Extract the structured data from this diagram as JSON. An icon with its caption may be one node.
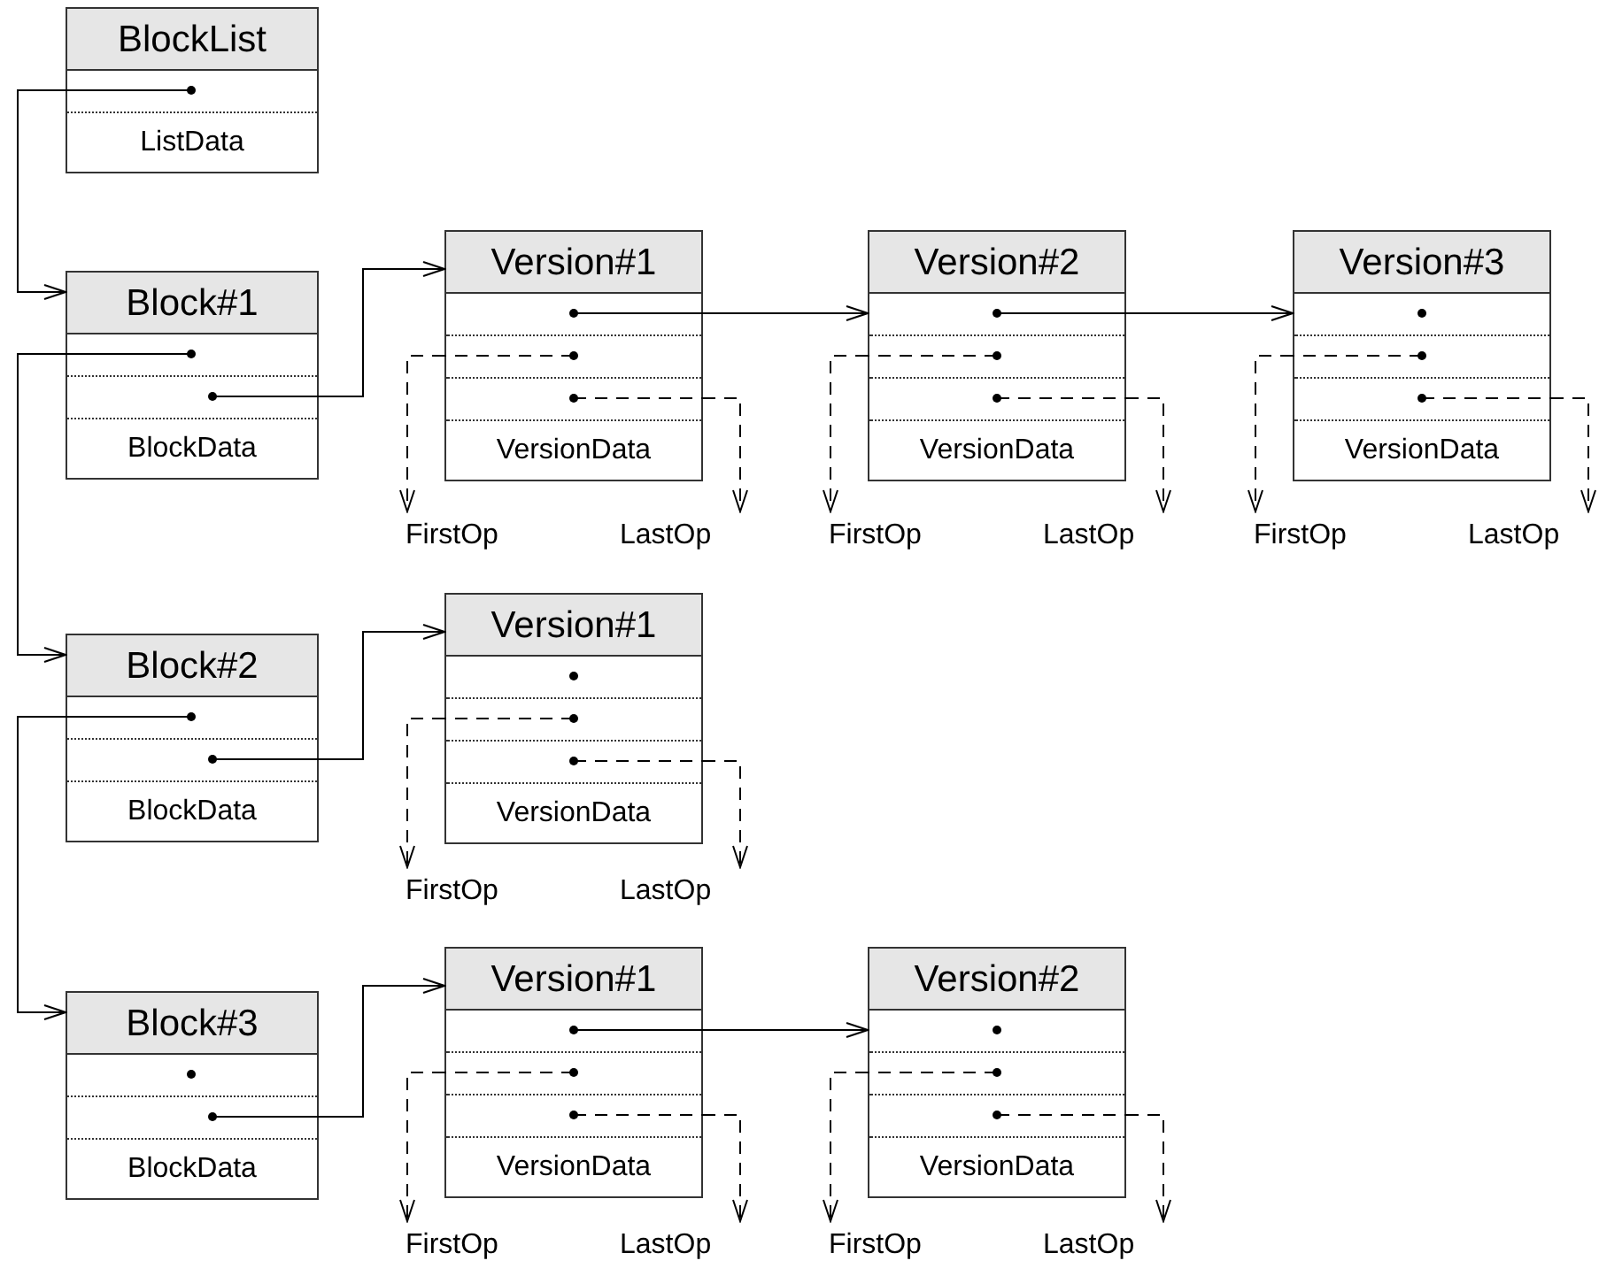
{
  "diagram": {
    "nodes": [
      {
        "text": [
          "BlockList",
          "ListData"
        ]
      },
      {
        "text": [
          "Block#1",
          "BlockData"
        ]
      },
      {
        "text": [
          "Version#1",
          "VersionData"
        ]
      },
      {
        "text": [
          "Version#2",
          "VersionData"
        ]
      },
      {
        "text": [
          "Version#3",
          "VersionData"
        ]
      },
      {
        "text": [
          "FirstOp"
        ]
      },
      {
        "text": [
          "LastOp"
        ]
      },
      {
        "text": [
          "FirstOp"
        ]
      },
      {
        "text": [
          "LastOp"
        ]
      },
      {
        "text": [
          "FirstOp"
        ]
      },
      {
        "text": [
          "LastOp"
        ]
      },
      {
        "text": [
          "Block#2",
          "BlockData"
        ]
      },
      {
        "text": [
          "Version#1",
          "VersionData"
        ]
      },
      {
        "text": [
          "FirstOp"
        ]
      },
      {
        "text": [
          "LastOp"
        ]
      },
      {
        "text": [
          "Block#3",
          "BlockData"
        ]
      },
      {
        "text": [
          "Version#1",
          "VersionData"
        ]
      },
      {
        "text": [
          "Version#2",
          "VersionData"
        ]
      },
      {
        "text": [
          "FirstOp"
        ]
      },
      {
        "text": [
          "LastOp"
        ]
      },
      {
        "text": [
          "FirstOp"
        ]
      },
      {
        "text": [
          "LastOp"
        ]
      }
    ],
    "edges": [
      {
        "from": 0,
        "to": 1,
        "arrow": "to"
      },
      {
        "from": 1,
        "to": 11,
        "arrow": "to"
      },
      {
        "from": 11,
        "to": 15,
        "arrow": "to"
      },
      {
        "from": 1,
        "to": 2,
        "arrow": "to"
      },
      {
        "from": 11,
        "to": 12,
        "arrow": "to"
      },
      {
        "from": 15,
        "to": 16,
        "arrow": "to"
      },
      {
        "from": 2,
        "to": 3,
        "arrow": "to"
      },
      {
        "from": 3,
        "to": 4,
        "arrow": "to"
      },
      {
        "from": 16,
        "to": 17,
        "arrow": "to"
      },
      {
        "from": 2,
        "to": 5,
        "arrow": "to",
        "style": "dashed"
      },
      {
        "from": 2,
        "to": 6,
        "arrow": "to",
        "style": "dashed"
      },
      {
        "from": 3,
        "to": 7,
        "arrow": "to",
        "style": "dashed"
      },
      {
        "from": 3,
        "to": 8,
        "arrow": "to",
        "style": "dashed"
      },
      {
        "from": 4,
        "to": 9,
        "arrow": "to",
        "style": "dashed"
      },
      {
        "from": 4,
        "to": 10,
        "arrow": "to",
        "style": "dashed"
      },
      {
        "from": 12,
        "to": 13,
        "arrow": "to",
        "style": "dashed"
      },
      {
        "from": 12,
        "to": 14,
        "arrow": "to",
        "style": "dashed"
      },
      {
        "from": 16,
        "to": 18,
        "arrow": "to",
        "style": "dashed"
      },
      {
        "from": 16,
        "to": 19,
        "arrow": "to",
        "style": "dashed"
      },
      {
        "from": 17,
        "to": 20,
        "arrow": "to",
        "style": "dashed"
      },
      {
        "from": 17,
        "to": 21,
        "arrow": "to",
        "style": "dashed"
      }
    ]
  }
}
